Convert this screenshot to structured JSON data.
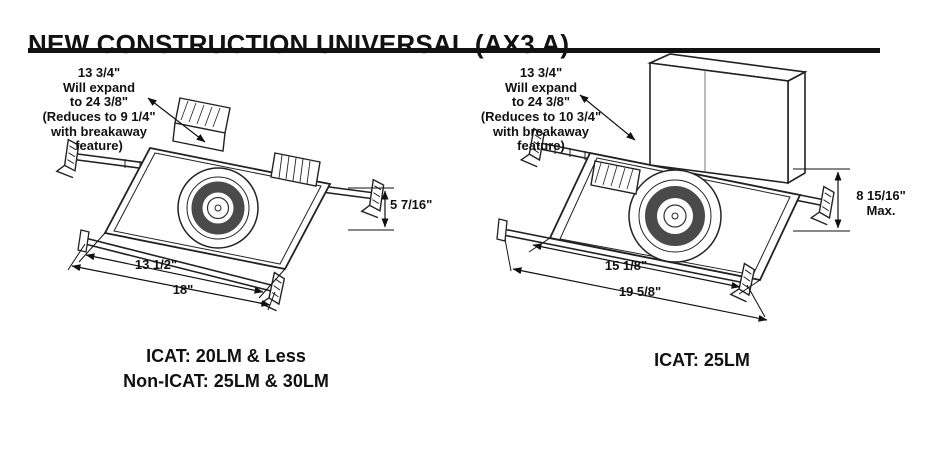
{
  "header": {
    "title": "NEW CONSTRUCTION UNIVERSAL (AX3 A)"
  },
  "figures": {
    "left": {
      "expand_note": {
        "line1": "13 3/4\"",
        "line2": "Will expand",
        "line3": "to 24 3/8\"",
        "line4": "(Reduces to 9 1/4\"",
        "line5": "with breakaway",
        "line6": "feature)"
      },
      "height_dim": "5 7/16\"",
      "width_inner": "13 1/2\"",
      "width_outer": "18\"",
      "caption": {
        "line1": "ICAT: 20LM & Less",
        "line2": "Non-ICAT: 25LM & 30LM"
      }
    },
    "right": {
      "expand_note": {
        "line1": "13 3/4\"",
        "line2": "Will expand",
        "line3": "to 24 3/8\"",
        "line4": "(Reduces to 10 3/4\"",
        "line5": "with breakaway",
        "line6": "feature)"
      },
      "height_dim": {
        "line1": "8 15/16\"",
        "line2": "Max."
      },
      "width_inner": "15 1/8\"",
      "width_outer": "19 5/8\"",
      "caption": {
        "line1": "ICAT: 25LM"
      }
    }
  }
}
